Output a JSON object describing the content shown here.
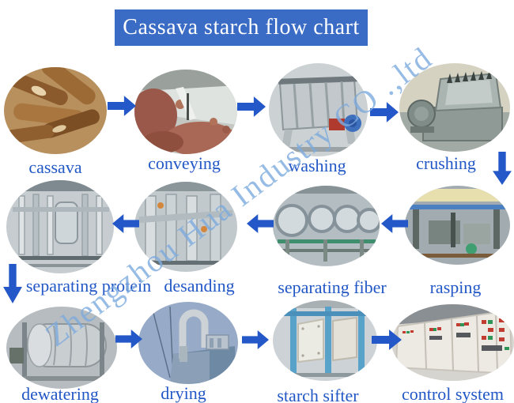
{
  "banner": {
    "title": "Cassava starch flow chart"
  },
  "watermark": {
    "text": "Zhengzhou Hua Industry CO .,ltd"
  },
  "colors": {
    "banner_bg": "#3b6cc5",
    "label": "#2257c6",
    "arrow": "#2458c8",
    "watermark": "#7dabde"
  },
  "rows": [
    {
      "direction": "right",
      "items": [
        {
          "label": "cassava"
        },
        {
          "label": "conveying"
        },
        {
          "label": "washing"
        },
        {
          "label": "crushing"
        }
      ]
    },
    {
      "direction": "left",
      "items": [
        {
          "label": "separating protein"
        },
        {
          "label": "desanding"
        },
        {
          "label": "separating fiber"
        },
        {
          "label": "rasping"
        }
      ]
    },
    {
      "direction": "right",
      "items": [
        {
          "label": "dewatering"
        },
        {
          "label": "drying"
        },
        {
          "label": "starch sifter"
        },
        {
          "label": "control system"
        }
      ]
    }
  ]
}
